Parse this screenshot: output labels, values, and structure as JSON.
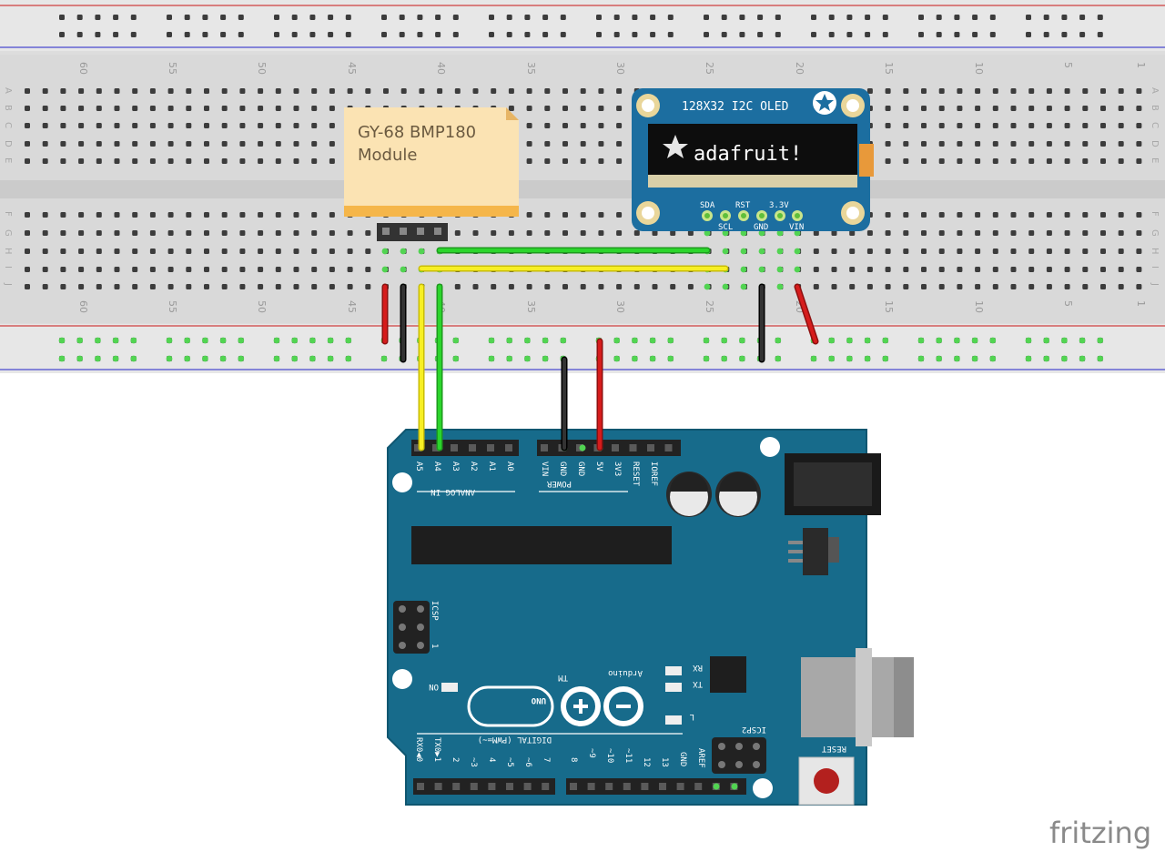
{
  "breadboard": {
    "top_numbers": [
      "60",
      "55",
      "50",
      "45",
      "40",
      "35",
      "30",
      "25",
      "20",
      "15",
      "10",
      "5",
      "1"
    ],
    "bottom_numbers": [
      "60",
      "55",
      "50",
      "45",
      "40",
      "35",
      "30",
      "25",
      "20",
      "15",
      "10",
      "5",
      "1"
    ],
    "row_letters_top": [
      "A",
      "B",
      "C",
      "D",
      "E"
    ],
    "row_letters_bottom": [
      "F",
      "G",
      "H",
      "I",
      "J"
    ]
  },
  "note": {
    "line1": "GY-68 BMP180",
    "line2": "Module"
  },
  "oled": {
    "title": "128X32 I2C OLED",
    "screen_text": "adafruit!",
    "pins_top": [
      "SDA",
      "RST",
      "3.3V"
    ],
    "pins_bottom": [
      "SCL",
      "GND",
      "VIN"
    ]
  },
  "arduino": {
    "analog_header_label": "ANALOG IN",
    "analog_pins": [
      "A5",
      "A4",
      "A3",
      "A2",
      "A1",
      "A0"
    ],
    "power_header_label": "POWER",
    "power_pins": [
      "VIN",
      "GND",
      "GND",
      "5V",
      "3V3",
      "RESET",
      "IOREF"
    ],
    "icsp_label": "ICSP",
    "icsp_pin1": "1",
    "on_label": "ON",
    "brand_text": "Arduino",
    "tm": "TM",
    "uno_text": "UNO",
    "rx_label": "RX",
    "tx_label": "TX",
    "l_label": "L",
    "icsp2_label": "ICSP2",
    "reset_label": "RESET",
    "digital_label": "DIGITAL (PWM=~)",
    "digital_pins_left": [
      "RX0◀0",
      "TX0▶1",
      "2",
      "~3",
      "4",
      "~5",
      "~6",
      "7"
    ],
    "digital_pins_right": [
      "8",
      "~9",
      "~10",
      "~11",
      "12",
      "13",
      "GND",
      "AREF"
    ]
  },
  "colors": {
    "board_teal": "#176b8b",
    "wire_red": "#cc1a1a",
    "wire_black": "#222222",
    "wire_yellow": "#f2e30a",
    "wire_green": "#2bb82b",
    "note_yellow": "#fbe3b3"
  },
  "watermark": "fritzing"
}
